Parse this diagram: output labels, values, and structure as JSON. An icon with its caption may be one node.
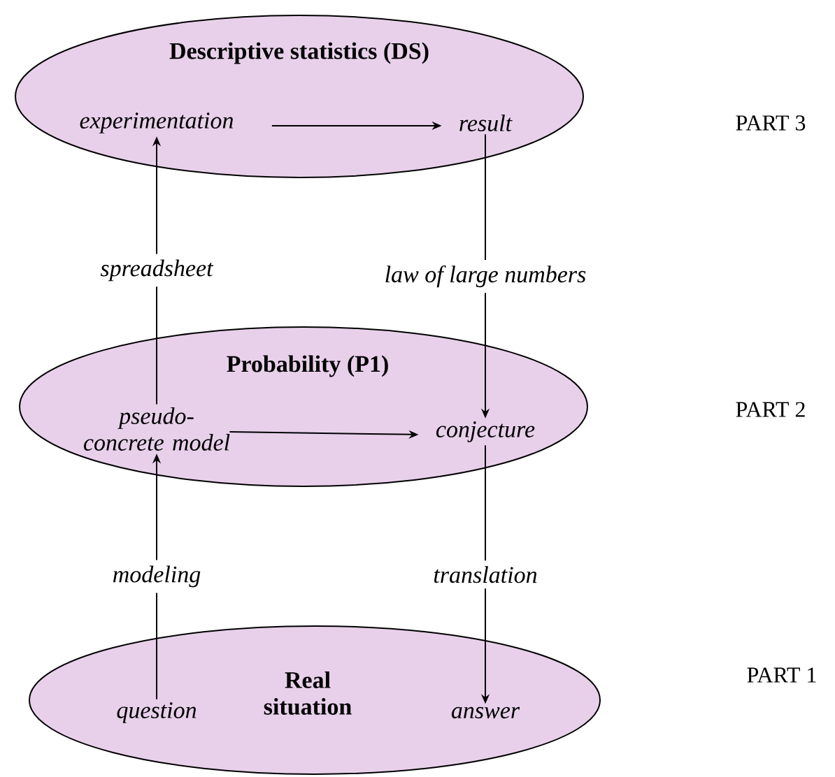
{
  "diagram": {
    "nodes": [
      {
        "text": [
          "Descriptive statistics (DS)"
        ]
      },
      {
        "text": [
          "experimentation"
        ],
        "in": 0
      },
      {
        "text": [
          "result"
        ],
        "in": 0
      },
      {
        "text": [
          "Probability (P1)"
        ]
      },
      {
        "text": [
          "pseudo-concrete model"
        ],
        "in": 3
      },
      {
        "text": [
          "conjecture"
        ],
        "in": 3
      },
      {
        "text": [
          "Real situation"
        ]
      },
      {
        "text": [
          "question"
        ],
        "in": 6
      },
      {
        "text": [
          "answer"
        ],
        "in": 6
      }
    ],
    "edges": [
      {
        "from": 1,
        "to": 2,
        "arrow": "to"
      },
      {
        "from": 4,
        "to": 1,
        "arrow": "to",
        "label": "spreadsheet"
      },
      {
        "from": 2,
        "to": 5,
        "arrow": "to",
        "label": "law of large numbers"
      },
      {
        "from": 4,
        "to": 5,
        "arrow": "to"
      },
      {
        "from": 7,
        "to": 4,
        "arrow": "to",
        "label": "modeling"
      },
      {
        "from": 5,
        "to": 8,
        "arrow": "to",
        "label": "translation"
      }
    ],
    "labels": [
      "PART 3",
      "PART 2",
      "PART 1"
    ]
  }
}
